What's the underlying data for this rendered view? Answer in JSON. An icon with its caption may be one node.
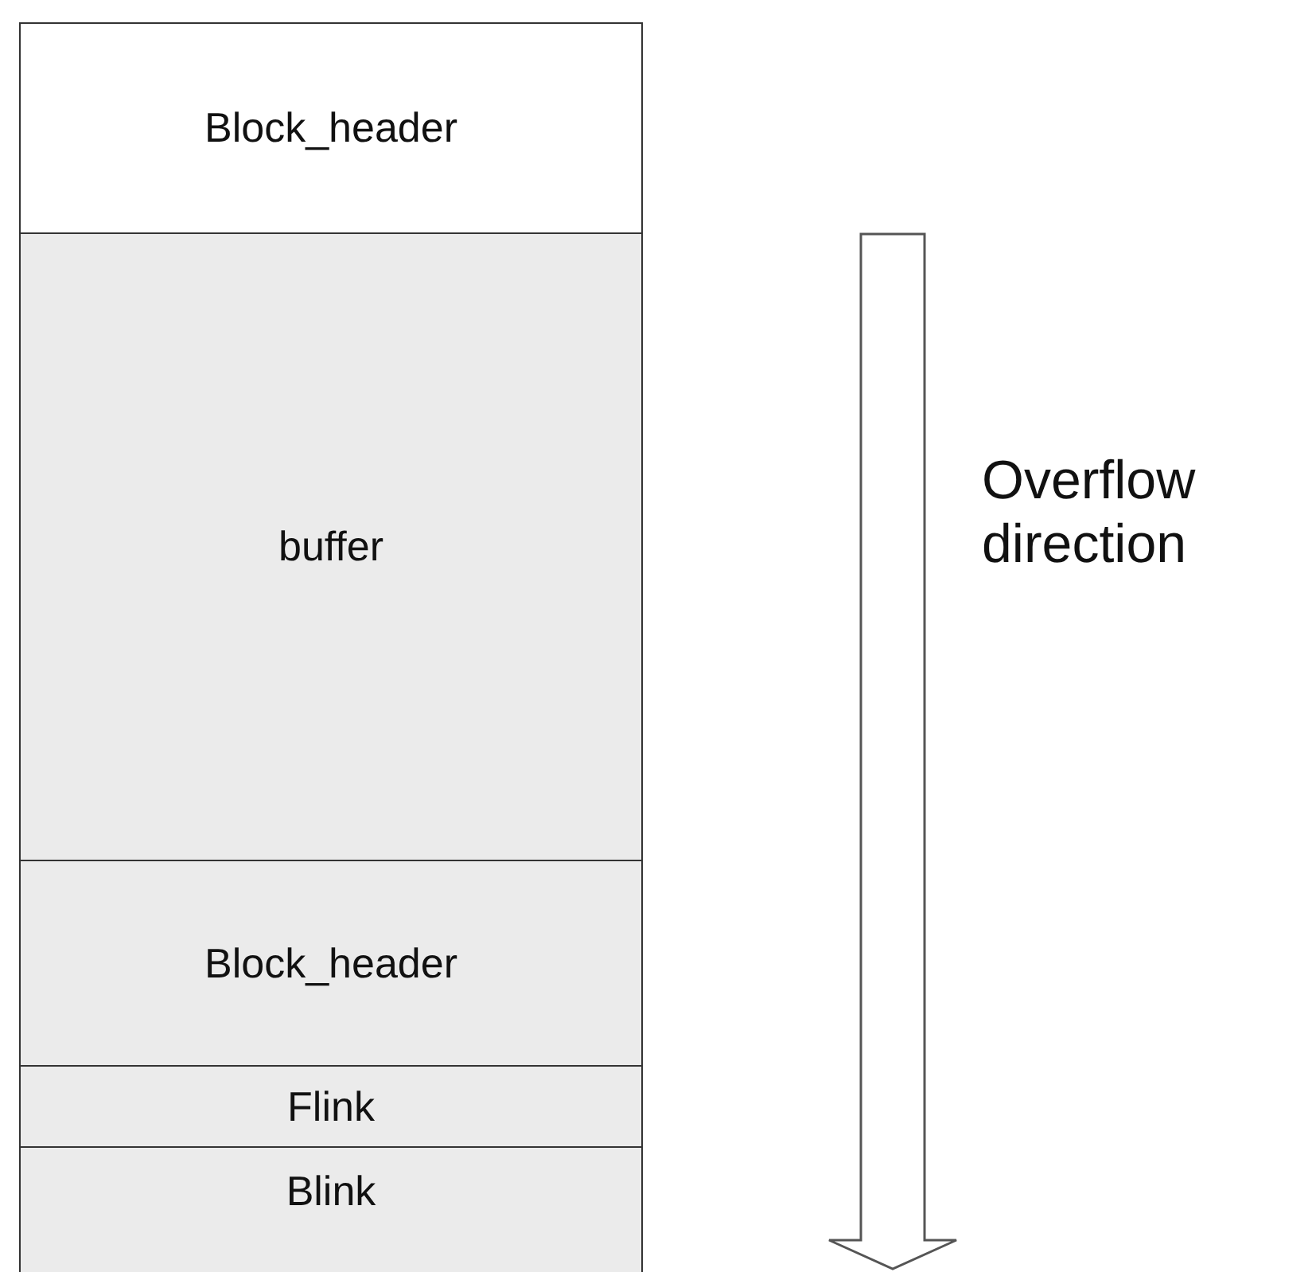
{
  "diagram": {
    "nodes": [
      {
        "text": [
          "Block_header"
        ]
      },
      {
        "text": [
          "buffer"
        ]
      },
      {
        "text": [
          "Block_header"
        ]
      },
      {
        "text": [
          "Flink"
        ]
      },
      {
        "text": [
          "Blink"
        ]
      }
    ],
    "labels": [
      "Overflow direction"
    ]
  }
}
